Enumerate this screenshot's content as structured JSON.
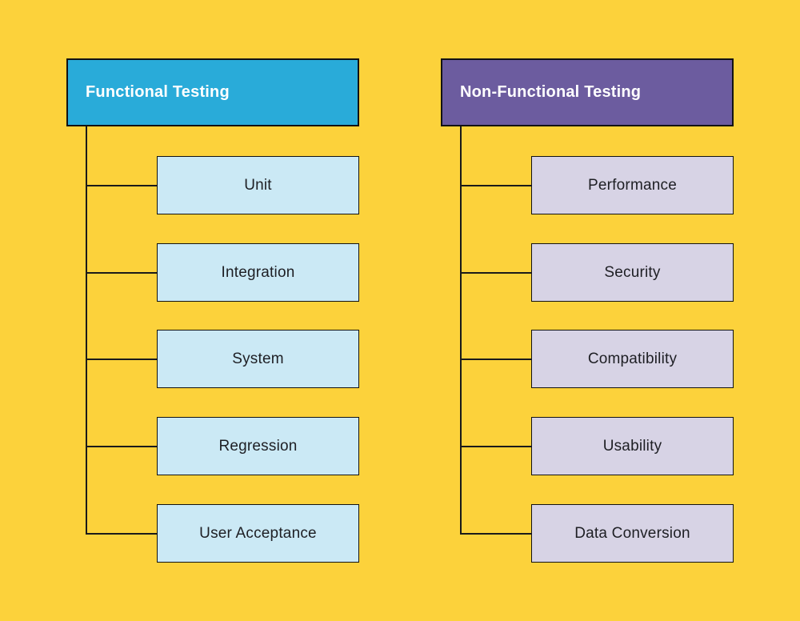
{
  "diagram": {
    "title": "Testing types tree diagram",
    "palette": {
      "background": "#FCD23B",
      "functional_header_fill": "#29ABD9",
      "functional_node_fill": "#CBE9F5",
      "nonfunctional_header_fill": "#6C5C9F",
      "nonfunctional_node_fill": "#D7D3E5",
      "header_text": "#FFFFFF",
      "node_text": "#1E1F24",
      "line_color": "#1A1A1A"
    }
  },
  "columns": [
    {
      "id": "functional",
      "header": {
        "label": "Functional Testing"
      },
      "children": [
        {
          "label": "Unit"
        },
        {
          "label": "Integration"
        },
        {
          "label": "System"
        },
        {
          "label": "Regression"
        },
        {
          "label": "User Acceptance"
        }
      ]
    },
    {
      "id": "non-functional",
      "header": {
        "label": "Non-Functional Testing"
      },
      "children": [
        {
          "label": "Performance"
        },
        {
          "label": "Security"
        },
        {
          "label": "Compatibility"
        },
        {
          "label": "Usability"
        },
        {
          "label": "Data Conversion"
        }
      ]
    }
  ]
}
